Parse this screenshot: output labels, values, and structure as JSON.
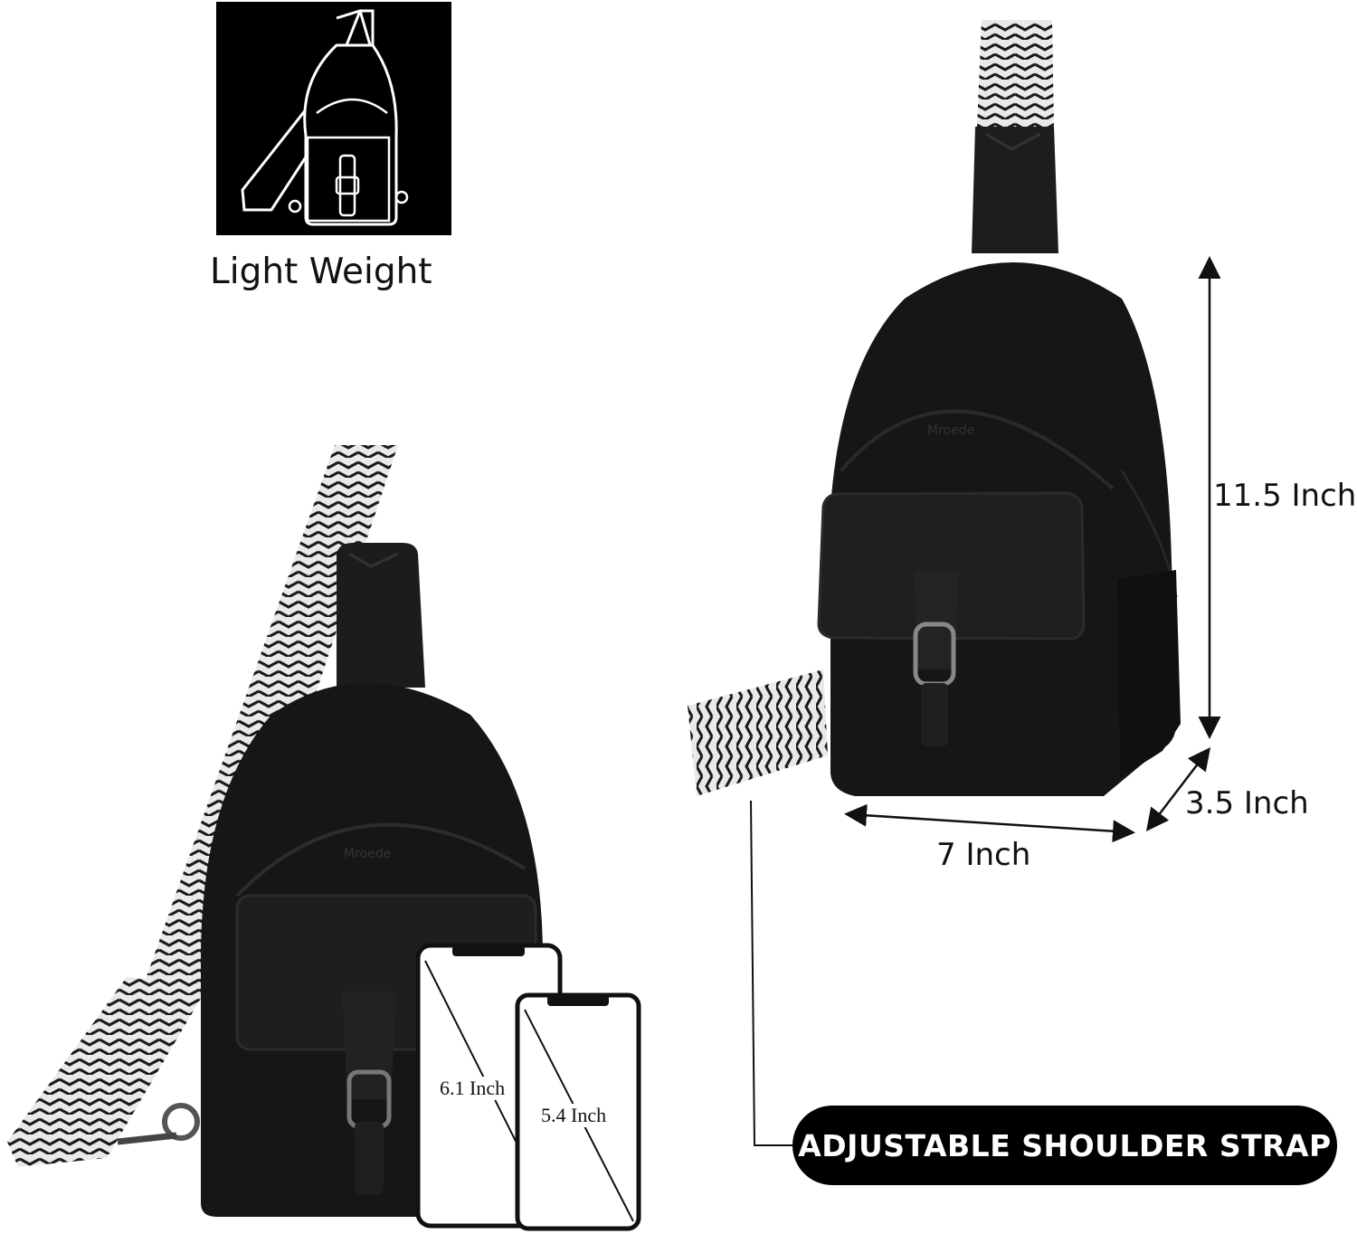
{
  "features": {
    "light_weight_label": "Light Weight"
  },
  "dimensions": {
    "height_label": "11.5 Inch",
    "depth_label": "3.5 Inch",
    "width_label": "7 Inch"
  },
  "phones": {
    "large_label": "6.1 Inch",
    "small_label": "5.4 Inch"
  },
  "callout": {
    "strap_label": "ADJUSTABLE SHOULDER STRAP"
  },
  "colors": {
    "bag": "#151515",
    "strap_dark": "#1a1a1a",
    "strap_light": "#e8e8e8",
    "icon_bg": "#000000",
    "text": "#111111",
    "pill_bg": "#000000",
    "pill_text": "#ffffff"
  }
}
